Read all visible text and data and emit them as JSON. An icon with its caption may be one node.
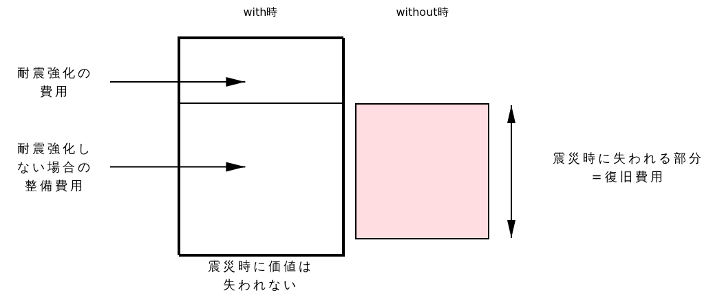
{
  "diagram": {
    "nodes": [
      {
        "text": [
          "耐震強化の費用"
        ]
      },
      {
        "text": [],
        "shape": "box"
      },
      {
        "text": [],
        "shape": "box",
        "in": 1
      },
      {
        "text": [
          "耐震強化しない場合の整備費用"
        ]
      },
      {
        "text": [],
        "shape": "box",
        "in": 1
      },
      {
        "text": [],
        "shape": "box"
      }
    ],
    "edges": [
      {
        "from": 0,
        "to": 2,
        "arrow": "to"
      },
      {
        "from": 3,
        "to": 4,
        "arrow": "to"
      }
    ],
    "labels": [
      "with時",
      "without時",
      "震災時に失われる部分=復旧費用",
      "震災時に価値は失われない"
    ]
  }
}
